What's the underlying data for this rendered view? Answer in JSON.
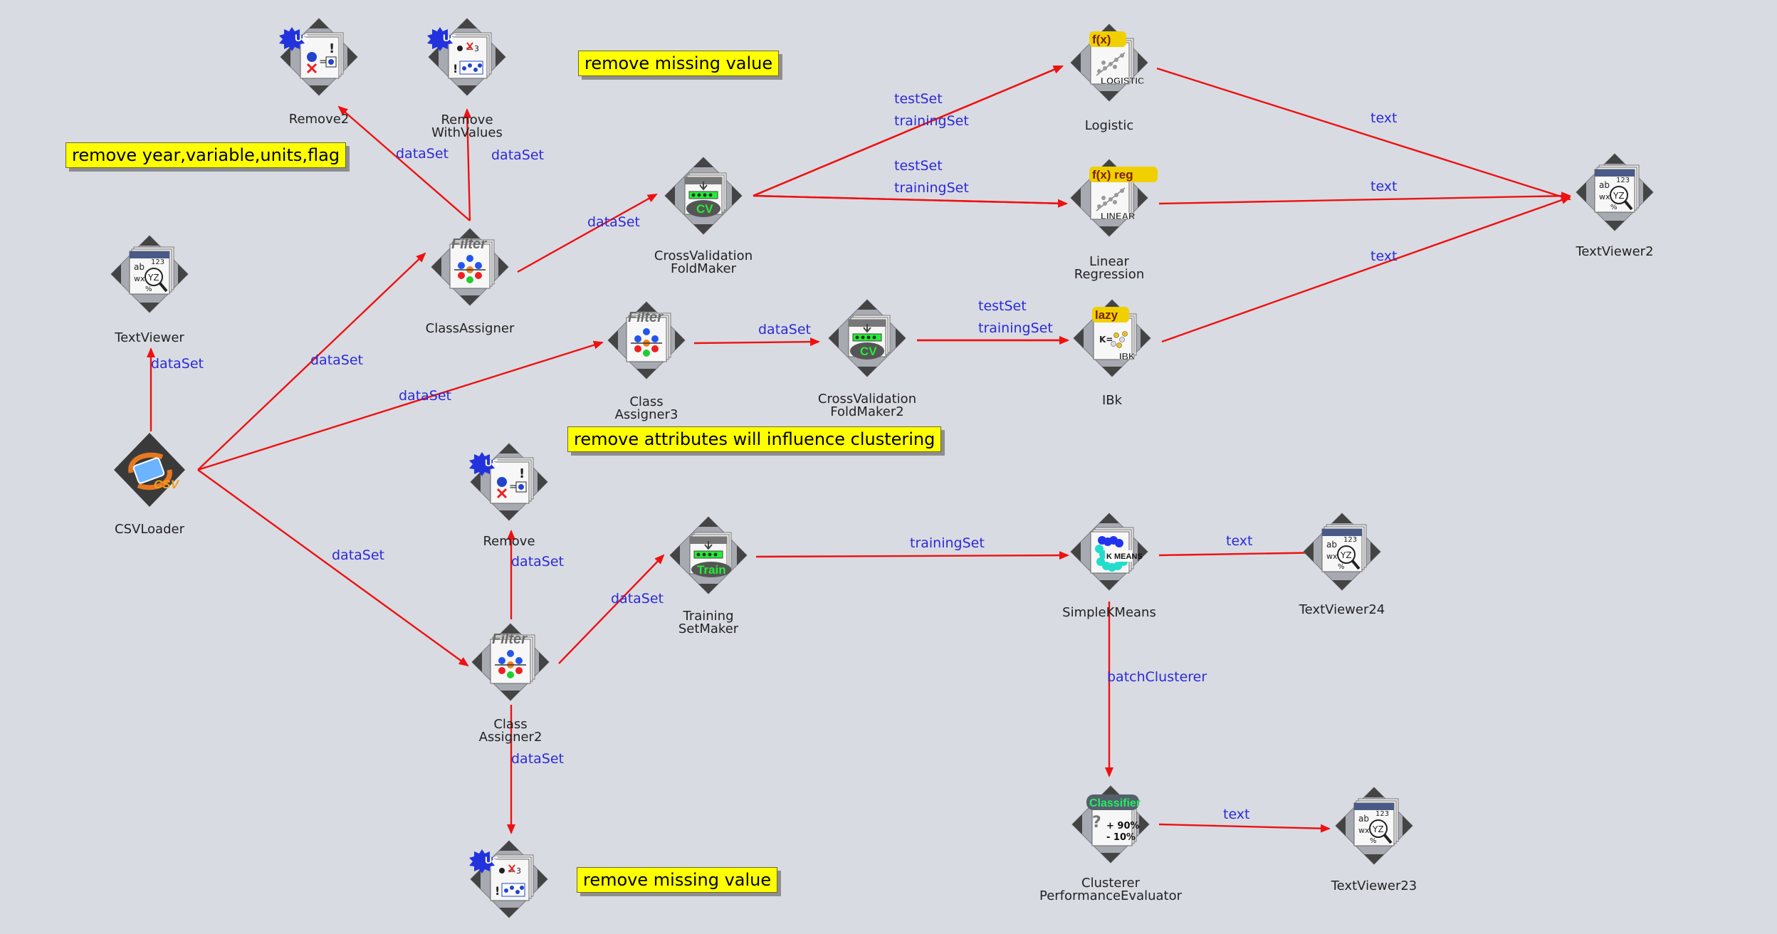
{
  "nodes": [
    {
      "id": "remove2",
      "label": "Remove2",
      "icon": "remove-filter-icon"
    },
    {
      "id": "removewithvalues",
      "label": "Remove\nWithValues",
      "icon": "remove-with-values-filter-icon"
    },
    {
      "id": "logistic",
      "label": "Logistic",
      "icon": "logistic-classifier-icon",
      "badge": "f(x)",
      "sub": "LOGISTIC"
    },
    {
      "id": "linreg",
      "label": "Linear\nRegression",
      "icon": "linear-regression-icon",
      "badge": "f(x) reg",
      "sub": "LINEAR"
    },
    {
      "id": "textviewer2",
      "label": "TextViewer2",
      "icon": "text-viewer-icon"
    },
    {
      "id": "textviewer",
      "label": "TextViewer",
      "icon": "text-viewer-icon"
    },
    {
      "id": "classassigner",
      "label": "ClassAssigner",
      "icon": "class-assigner-filter-icon"
    },
    {
      "id": "cvfold",
      "label": "CrossValidation\nFoldMaker",
      "icon": "cross-validation-icon",
      "badge": "CV"
    },
    {
      "id": "classassigner3",
      "label": "Class\nAssigner3",
      "icon": "class-assigner-filter-icon"
    },
    {
      "id": "cvfold2",
      "label": "CrossValidation\nFoldMaker2",
      "icon": "cross-validation-icon",
      "badge": "CV"
    },
    {
      "id": "ibk",
      "label": "IBk",
      "icon": "ibk-lazy-classifier-icon",
      "badge": "lazy",
      "sub": "IBK"
    },
    {
      "id": "csvloader",
      "label": "CSVLoader",
      "icon": "csv-loader-icon",
      "badge": "CSV"
    },
    {
      "id": "remove",
      "label": "Remove",
      "icon": "remove-filter-icon"
    },
    {
      "id": "trainingsetmaker",
      "label": "Training\nSetMaker",
      "icon": "training-set-maker-icon",
      "badge": "Train"
    },
    {
      "id": "kmeans",
      "label": "SimpleKMeans",
      "icon": "kmeans-clusterer-icon",
      "badge": "K MEANS"
    },
    {
      "id": "textviewer24",
      "label": "TextViewer24",
      "icon": "text-viewer-icon"
    },
    {
      "id": "classassigner2",
      "label": "Class\nAssigner2",
      "icon": "class-assigner-filter-icon"
    },
    {
      "id": "clustereval",
      "label": "Clusterer\nPerformanceEvaluator",
      "icon": "clusterer-evaluator-icon",
      "badge": "Classifier",
      "pct1": "+ 90%",
      "pct2": "- 10%"
    },
    {
      "id": "textviewer23",
      "label": "TextViewer23",
      "icon": "text-viewer-icon"
    },
    {
      "id": "removewithvalues2",
      "label": "",
      "icon": "remove-with-values-filter-icon"
    }
  ],
  "notes": [
    {
      "id": "note1",
      "text": "remove missing value"
    },
    {
      "id": "note2",
      "text": "remove year,variable,units,flag"
    },
    {
      "id": "note3",
      "text": "remove attributes will influence clustering"
    },
    {
      "id": "note4",
      "text": "remove missing value"
    }
  ],
  "connections": [
    {
      "label": "dataSet"
    },
    {
      "label": "dataSet"
    },
    {
      "label": "dataSet"
    },
    {
      "label": "dataSet"
    },
    {
      "label": "dataSet"
    },
    {
      "label": "dataSet"
    },
    {
      "label": "dataSet"
    },
    {
      "label": "dataSet"
    },
    {
      "label": "dataSet"
    },
    {
      "label": "dataSet"
    },
    {
      "label": "dataSet"
    },
    {
      "label": "testSet"
    },
    {
      "label": "trainingSet"
    },
    {
      "label": "testSet"
    },
    {
      "label": "trainingSet"
    },
    {
      "label": "testSet"
    },
    {
      "label": "trainingSet"
    },
    {
      "label": "text"
    },
    {
      "label": "text"
    },
    {
      "label": "text"
    },
    {
      "label": "trainingSet"
    },
    {
      "label": "text"
    },
    {
      "label": "batchClusterer"
    },
    {
      "label": "text"
    }
  ],
  "icon_texts": {
    "us": "US",
    "filter": "Filter",
    "digits": "123",
    "ab": "ab",
    "wx": "wx",
    "yz": "YZ",
    "pct": "%",
    "keq": "K=",
    "eq": "="
  },
  "colors": {
    "canvas": "#d9dbe2",
    "connection": "#ee1111",
    "connection_label": "#2a2ad8",
    "note": "#ffff00"
  }
}
